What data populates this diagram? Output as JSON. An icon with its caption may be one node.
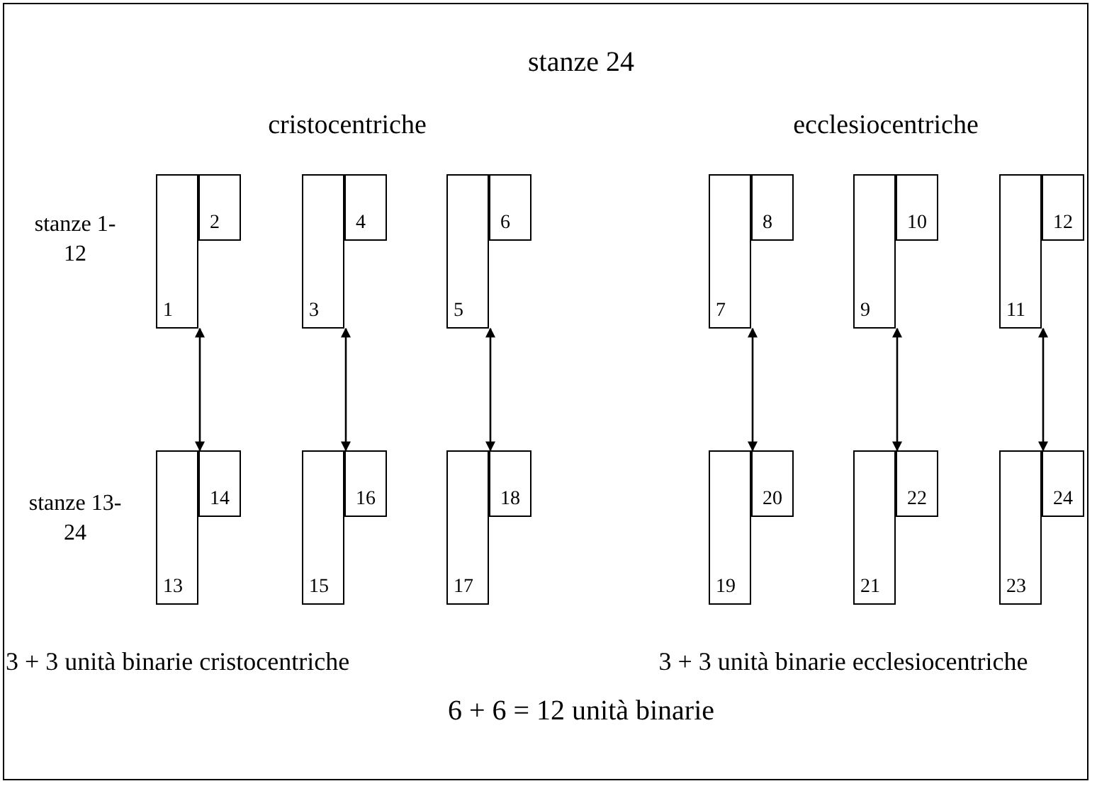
{
  "diagram": {
    "title": "stanze 24",
    "nodes": [
      {
        "text": [
          "1"
        ]
      },
      {
        "text": [
          "2"
        ]
      },
      {
        "text": [
          "3"
        ]
      },
      {
        "text": [
          "4"
        ]
      },
      {
        "text": [
          "5"
        ]
      },
      {
        "text": [
          "6"
        ]
      },
      {
        "text": [
          "7"
        ]
      },
      {
        "text": [
          "8"
        ]
      },
      {
        "text": [
          "9"
        ]
      },
      {
        "text": [
          "10"
        ]
      },
      {
        "text": [
          "11"
        ]
      },
      {
        "text": [
          "12"
        ]
      },
      {
        "text": [
          "13"
        ]
      },
      {
        "text": [
          "14"
        ]
      },
      {
        "text": [
          "15"
        ]
      },
      {
        "text": [
          "16"
        ]
      },
      {
        "text": [
          "17"
        ]
      },
      {
        "text": [
          "18"
        ]
      },
      {
        "text": [
          "19"
        ]
      },
      {
        "text": [
          "20"
        ]
      },
      {
        "text": [
          "21"
        ]
      },
      {
        "text": [
          "22"
        ]
      },
      {
        "text": [
          "23"
        ]
      },
      {
        "text": [
          "24"
        ]
      }
    ],
    "edges": [
      {
        "from": 0,
        "to": 12,
        "arrow": "both"
      },
      {
        "from": 2,
        "to": 14,
        "arrow": "both"
      },
      {
        "from": 4,
        "to": 16,
        "arrow": "both"
      },
      {
        "from": 6,
        "to": 18,
        "arrow": "both"
      },
      {
        "from": 8,
        "to": 20,
        "arrow": "both"
      },
      {
        "from": 10,
        "to": 22,
        "arrow": "both"
      }
    ],
    "labels": [
      "cristocentriche",
      "ecclesiocentriche",
      "stanze 1-12",
      "stanze 13-24",
      "3 + 3 unità binarie cristocentriche",
      "3 + 3 unità binarie ecclesiocentriche",
      "6 + 6 = 12 unità binarie"
    ]
  }
}
